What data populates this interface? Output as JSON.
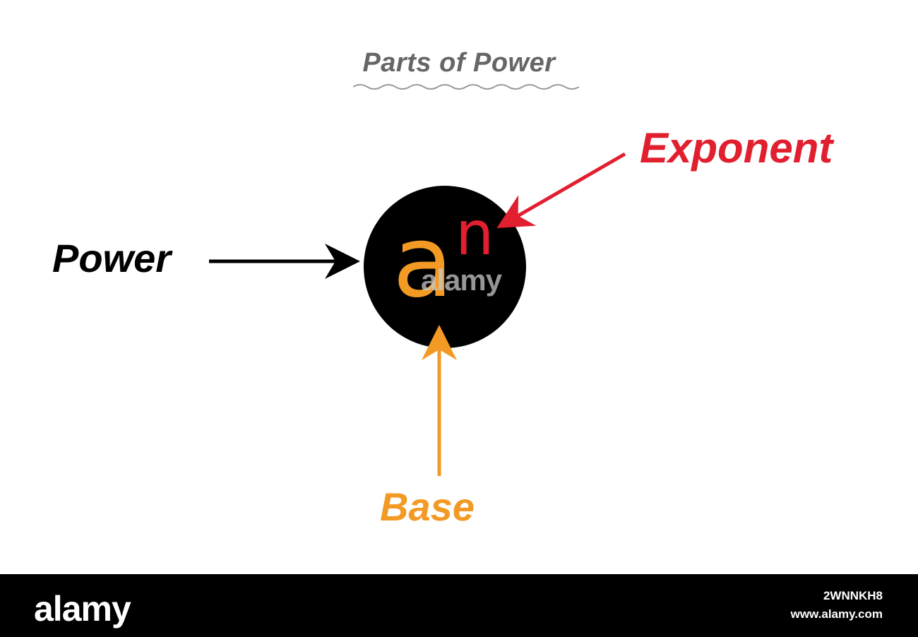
{
  "title": "Parts of Power",
  "labels": {
    "power": "Power",
    "exponent": "Exponent",
    "base": "Base"
  },
  "expression": {
    "base_symbol": "a",
    "exponent_symbol": "n"
  },
  "colors": {
    "power": "#000000",
    "exponent": "#e11f2f",
    "base": "#f39a24",
    "title": "#666666",
    "circle": "#000000"
  },
  "watermark": {
    "center_text": "alamy",
    "logo": "alamy",
    "image_id": "2WNNKH8",
    "url": "www.alamy.com"
  }
}
